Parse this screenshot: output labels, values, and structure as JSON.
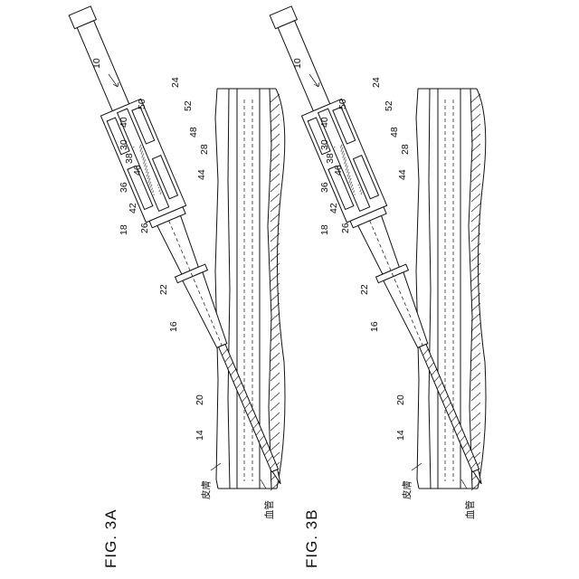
{
  "figures": [
    {
      "caption": "FIG. 3A",
      "ref_numerals": [
        "10",
        "24",
        "50",
        "52",
        "40",
        "48",
        "30",
        "28",
        "38",
        "46",
        "44",
        "36",
        "42",
        "18",
        "26",
        "22",
        "16",
        "20",
        "14"
      ],
      "skin_label": "皮膚",
      "vessel_label": "血管"
    },
    {
      "caption": "FIG. 3B",
      "ref_numerals": [
        "10",
        "24",
        "50",
        "52",
        "40",
        "48",
        "30",
        "28",
        "38",
        "46",
        "44",
        "36",
        "42",
        "18",
        "26",
        "22",
        "16",
        "20",
        "14"
      ],
      "skin_label": "皮膚",
      "vessel_label": "血管"
    }
  ],
  "colors": {
    "line": "#111111",
    "fill": "#ffffff",
    "shade": "#777777"
  }
}
